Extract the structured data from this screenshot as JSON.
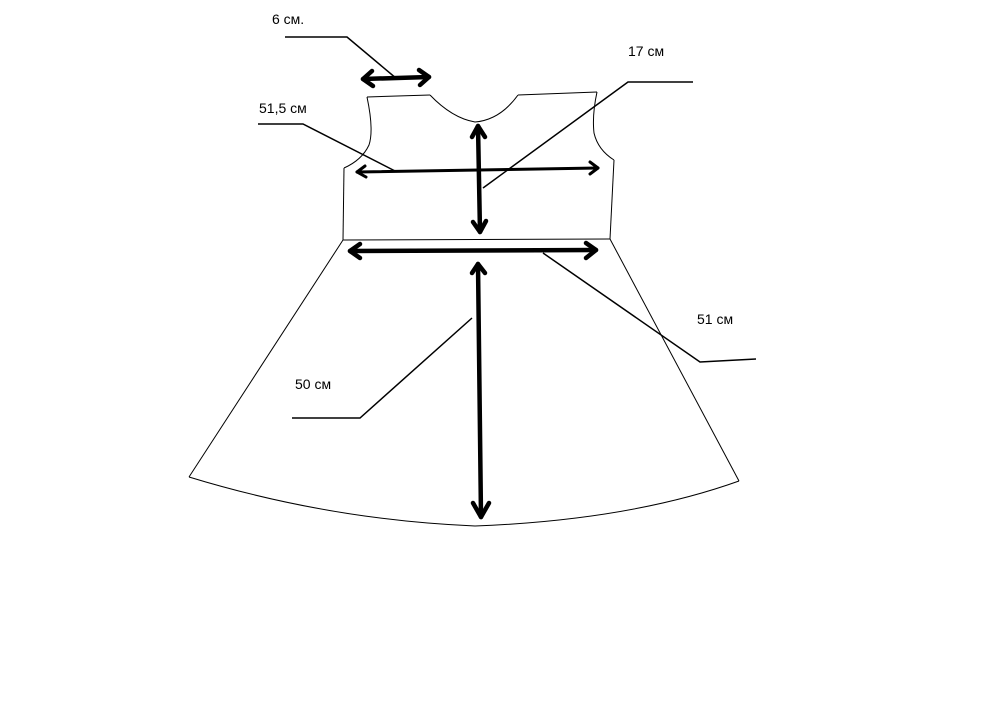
{
  "labels": {
    "shoulder": "6 см.",
    "bodice_length": "17 см",
    "chest": "51,5 см",
    "waist": "51 см",
    "skirt_length": "50 см"
  }
}
